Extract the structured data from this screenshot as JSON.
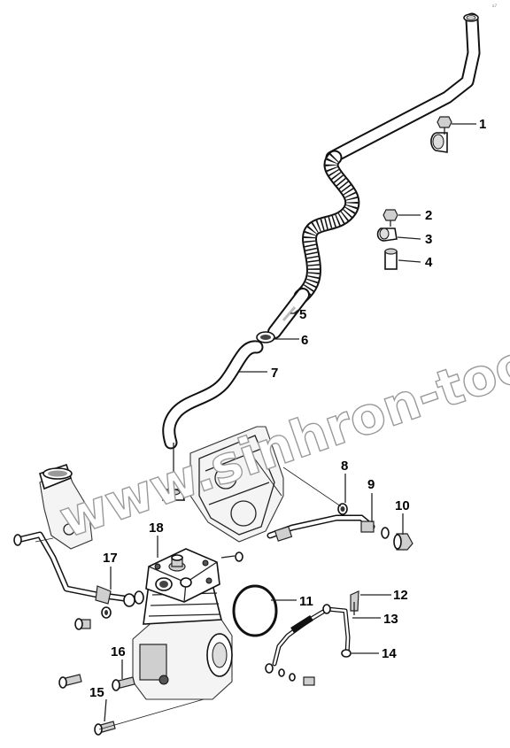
{
  "corner_mark": "a7",
  "watermark": {
    "text": "www.sinhron-too.kz",
    "color": "#9a9a9a"
  },
  "labels": [
    "1",
    "2",
    "3",
    "4",
    "5",
    "6",
    "7",
    "8",
    "9",
    "10",
    "11",
    "12",
    "13",
    "14",
    "15",
    "16",
    "17",
    "18"
  ]
}
